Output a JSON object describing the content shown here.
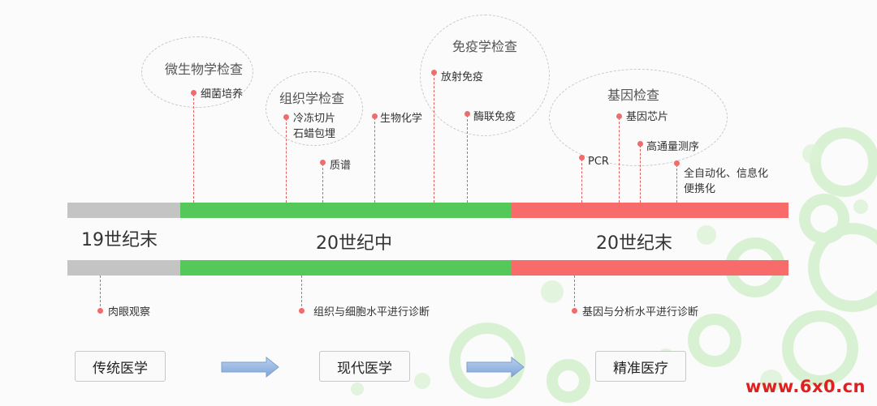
{
  "eras": [
    "19世纪末",
    "20世纪中",
    "20世纪末"
  ],
  "clouds": {
    "micro": "微生物学检查",
    "tissue": "组织学检查",
    "immune": "免疫学检查",
    "gene": "基因检查"
  },
  "top_items": {
    "bacteria": "细菌培养",
    "frozen": "冷冻切片",
    "paraffin": "石蜡包埋",
    "mass": "质谱",
    "biochem": "生物化学",
    "radio": "放射免疫",
    "enzyme": "酶联免疫",
    "pcr": "PCR",
    "chip": "基因芯片",
    "seq": "高通量测序",
    "auto1": "全自动化、信息化",
    "auto2": "便携化"
  },
  "bottom_items": {
    "eye": "肉眼观察",
    "tissue_level": "组织与细胞水平进行诊断",
    "gene_level": "基因与分析水平进行诊断"
  },
  "stages": {
    "traditional": "传统医学",
    "modern": "现代医学",
    "precision": "精准医疗"
  },
  "watermark": "www.6x0.cn",
  "colors": {
    "grey": "#c4c4c4",
    "green": "#55c85a",
    "red": "#f76b6b",
    "arrow": "#8fb4e0"
  }
}
